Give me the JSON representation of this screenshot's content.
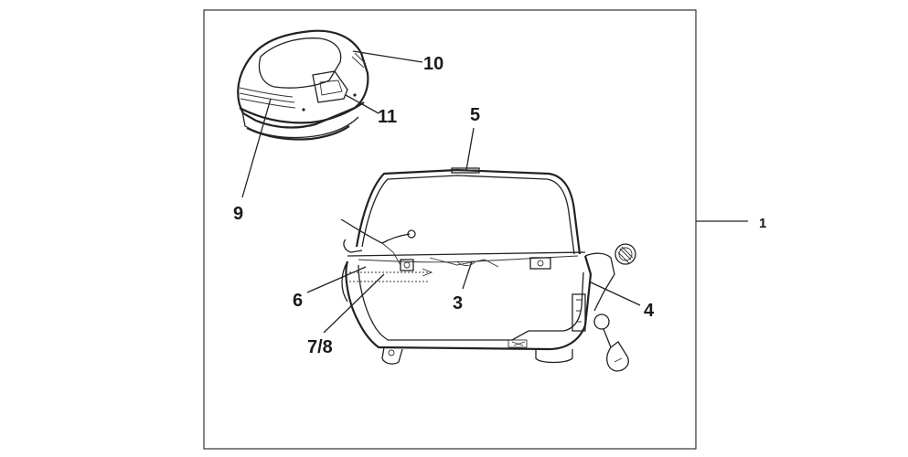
{
  "diagram": {
    "callouts": {
      "c1": "1",
      "c3": "3",
      "c4": "4",
      "c5": "5",
      "c6": "6",
      "c78": "7/8",
      "c9": "9",
      "c10": "10",
      "c11": "11"
    },
    "colors": {
      "line": "#222222",
      "background": "#ffffff",
      "frame": "#333333"
    }
  }
}
